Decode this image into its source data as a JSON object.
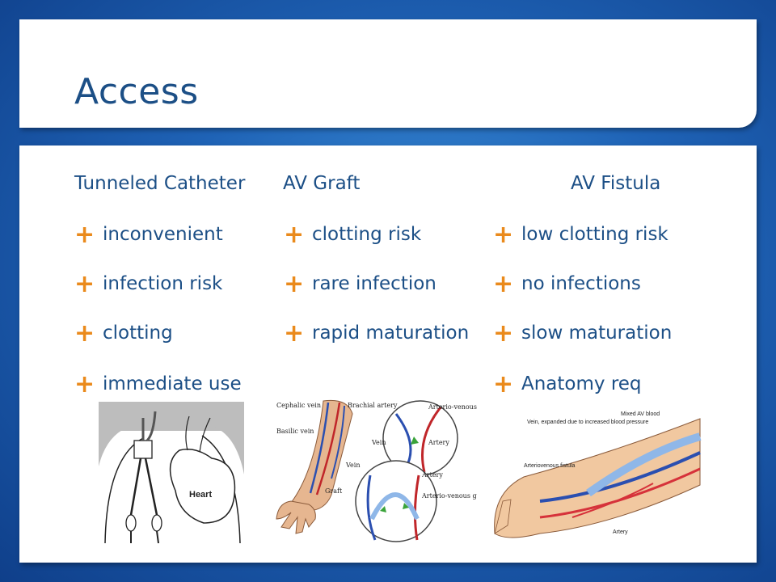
{
  "slide": {
    "title": "Access",
    "colors": {
      "title_text": "#1c4f86",
      "bullet_marker": "#ea8a1c",
      "background": "#1f63b6"
    },
    "bullet_icon": "plus-icon"
  },
  "columns": [
    {
      "heading": "Tunneled Catheter",
      "items": [
        "inconvenient",
        "infection risk",
        "clotting",
        "immediate use"
      ]
    },
    {
      "heading": "AV Graft",
      "items": [
        "clotting risk",
        "rare infection",
        "rapid maturation"
      ]
    },
    {
      "heading": "AV Fistula",
      "items": [
        "low clotting risk",
        "no infections",
        "slow maturation",
        "Anatomy req"
      ]
    }
  ],
  "figures": {
    "catheter": {
      "heart_label": "Heart"
    },
    "graft": {
      "labels": [
        "Cephalic vein",
        "Brachial artery",
        "Basilic vein",
        "Arterio-venous anastomosis",
        "Vein",
        "Artery",
        "Vein",
        "Artery",
        "Graft",
        "Arterio-venous graft"
      ]
    },
    "fistula": {
      "labels": [
        "Vein, expanded due to increased blood pressure",
        "Mixed AV blood",
        "Arteriovenous fistula",
        "Artery"
      ]
    }
  }
}
